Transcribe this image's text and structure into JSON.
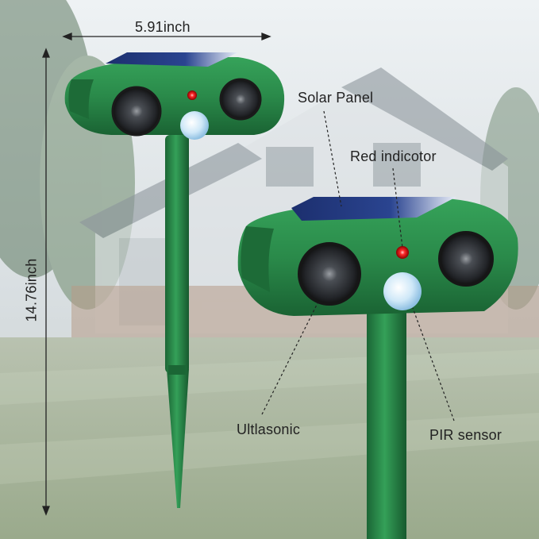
{
  "dimensions": {
    "width_label": "5.91inch",
    "height_label": "14.76inch"
  },
  "callouts": {
    "solar_panel": "Solar Panel",
    "red_indicator": "Red indicotor",
    "ultrasonic": "Ultlasonic",
    "pir_sensor": "PIR sensor"
  },
  "colors": {
    "device_green": "#2a8a4a",
    "device_dark_green": "#1d6b37",
    "led_red": "#e3161b",
    "pir_blue": "#cfe8f8",
    "sky": "#e6ecef",
    "lawn": "#a9b79b"
  }
}
